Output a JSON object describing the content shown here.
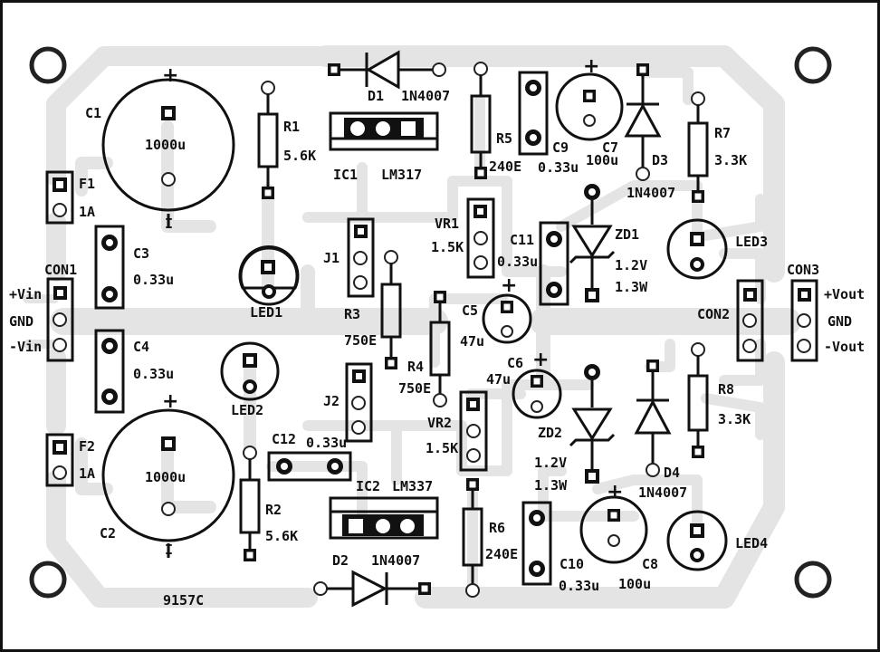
{
  "board_id": "9157C",
  "labels": {
    "c1": "C1",
    "c1_val": "1000u",
    "c2": "C2",
    "c2_val": "1000u",
    "c3": "C3",
    "c3_val": "0.33u",
    "c4": "C4",
    "c4_val": "0.33u",
    "c5": "C5",
    "c5_val": "47u",
    "c6": "C6",
    "c6_val": "47u",
    "c7": "C7",
    "c7_val": "100u",
    "c8": "C8",
    "c8_val": "100u",
    "c9": "C9",
    "c9_val": "0.33u",
    "c10": "C10",
    "c10_val": "0.33u",
    "c11": "C11",
    "c11_val": "0.33u",
    "c12": "C12",
    "c12_val": "0.33u",
    "f1": "F1",
    "f1_val": "1A",
    "f2": "F2",
    "f2_val": "1A",
    "con1": "CON1",
    "con2": "CON2",
    "con3": "CON3",
    "vin_pos": "+Vin",
    "gnd_left": "GND",
    "vin_neg": "-Vin",
    "vout_pos": "+Vout",
    "gnd_right": "GND",
    "vout_neg": "-Vout",
    "d1": "D1",
    "d1_val": "1N4007",
    "d2": "D2",
    "d2_val": "1N4007",
    "d3": "D3",
    "d3_val": "1N4007",
    "d4": "D4",
    "d4_val": "1N4007",
    "ic1": "IC1",
    "ic1_val": "LM317",
    "ic2": "IC2",
    "ic2_val": "LM337",
    "r1": "R1",
    "r1_val": "5.6K",
    "r2": "R2",
    "r2_val": "5.6K",
    "r3": "R3",
    "r3_val": "750E",
    "r4": "R4",
    "r4_val": "750E",
    "r5": "R5",
    "r5_val": "240E",
    "r6": "R6",
    "r6_val": "240E",
    "r7": "R7",
    "r7_val": "3.3K",
    "r8": "R8",
    "r8_val": "3.3K",
    "vr1": "VR1",
    "vr1_val": "1.5K",
    "vr2": "VR2",
    "vr2_val": "1.5K",
    "j1": "J1",
    "j2": "J2",
    "led1": "LED1",
    "led2": "LED2",
    "led3": "LED3",
    "led4": "LED4",
    "zd1": "ZD1",
    "zd1_v": "1.2V",
    "zd1_w": "1.3W",
    "zd2": "ZD2",
    "zd2_v": "1.2V",
    "zd2_w": "1.3W",
    "plus": "+",
    "minus": "I"
  }
}
